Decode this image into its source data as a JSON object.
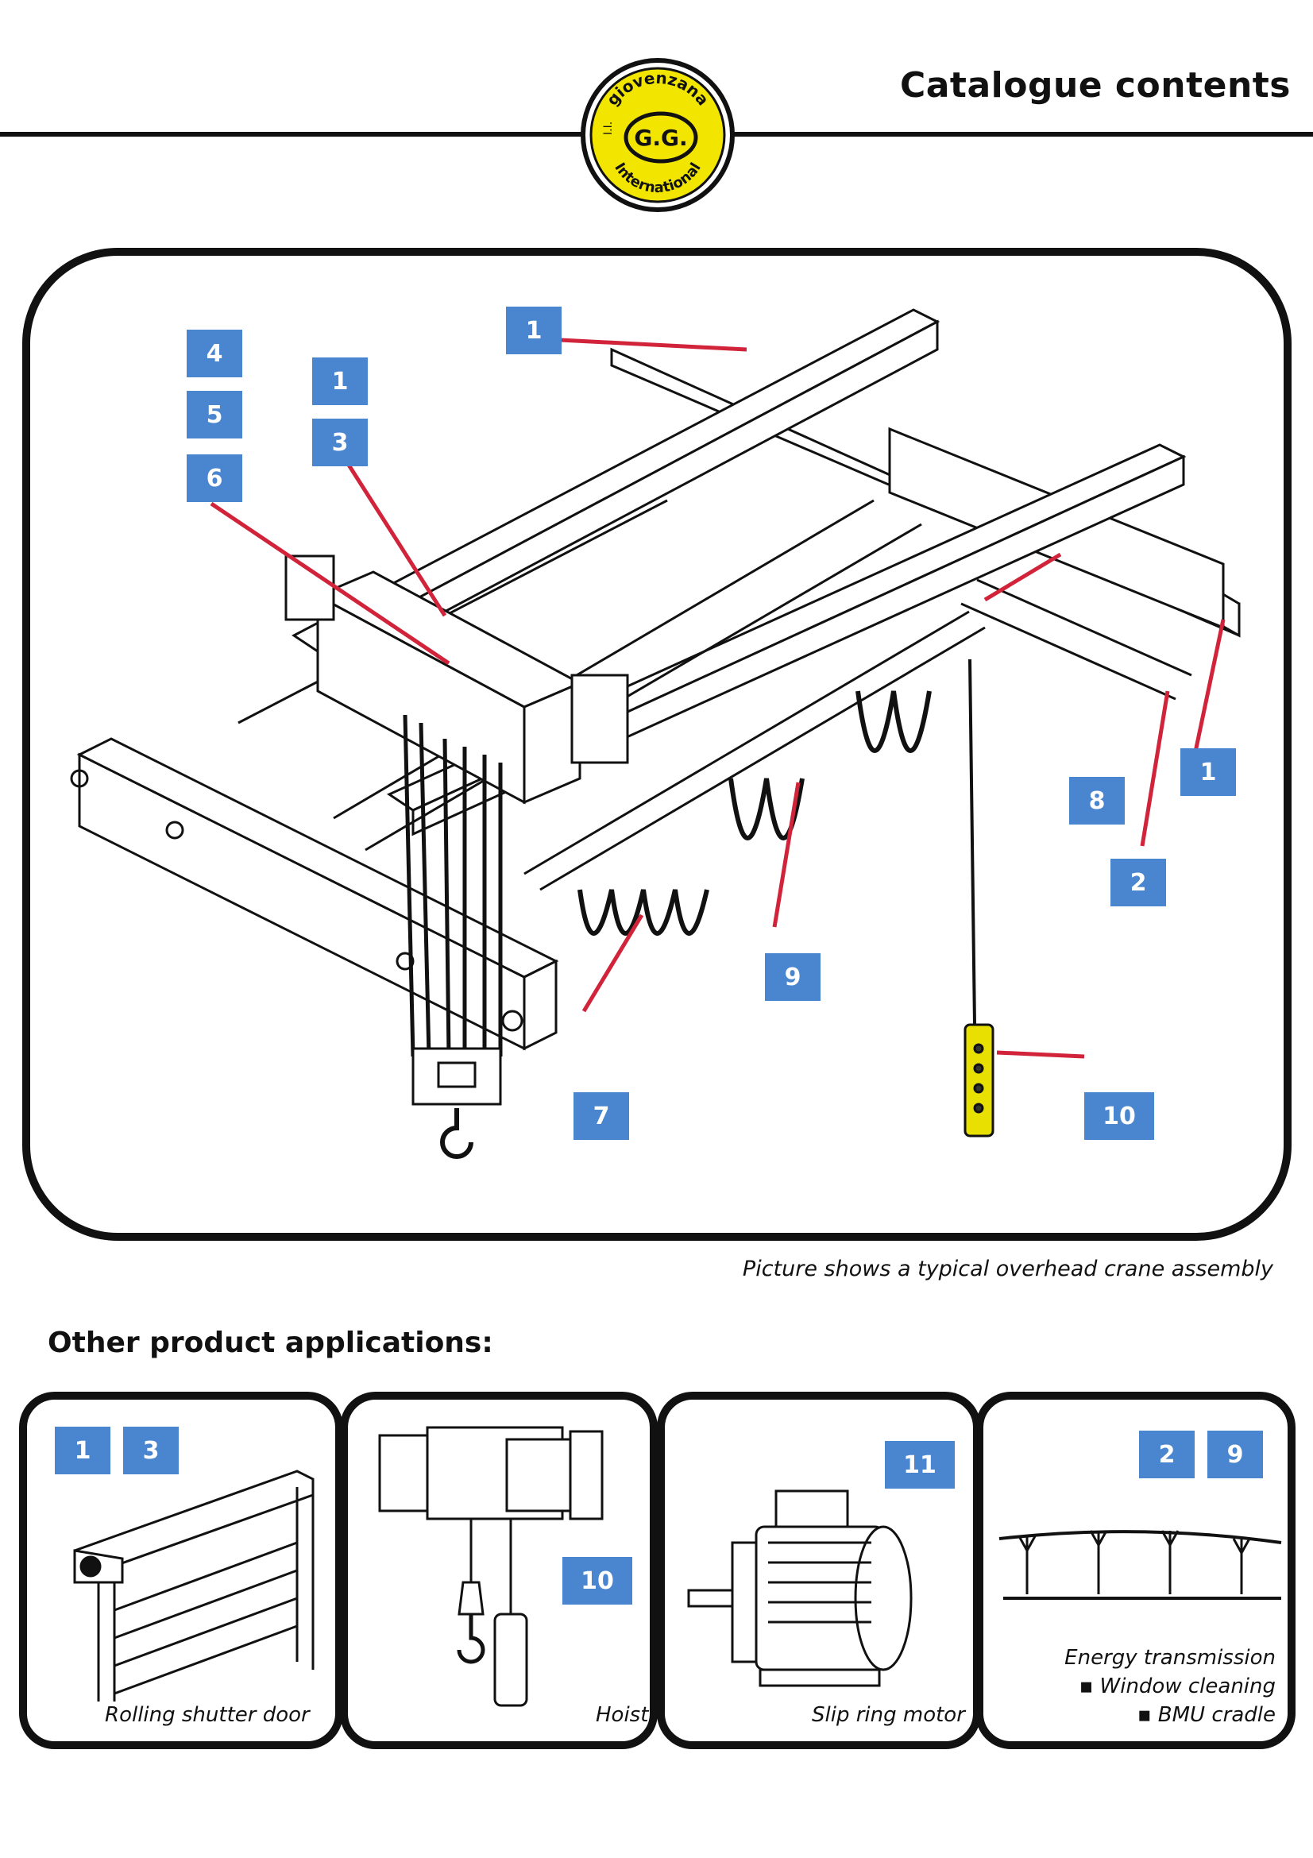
{
  "header": {
    "title": "Catalogue contents",
    "logo_text_top": "giovenzana",
    "logo_text_center": "G.G.",
    "logo_text_bottom": "International",
    "logo_text_side": "I.I.",
    "logo_color": "#f2e600"
  },
  "main_figure": {
    "caption": "Picture shows a typical overhead crane assembly",
    "callouts": [
      "1",
      "4",
      "5",
      "6",
      "1",
      "3",
      "1",
      "8",
      "2",
      "9",
      "7",
      "10"
    ],
    "badge_color": "#4a86cf",
    "leader_color": "#d1233a"
  },
  "applications": {
    "heading": "Other product applications:",
    "panels": [
      {
        "badges": [
          "1",
          "3"
        ],
        "caption": "Rolling shutter door"
      },
      {
        "badges": [
          "10"
        ],
        "caption": "Hoist"
      },
      {
        "badges": [
          "11"
        ],
        "caption": "Slip ring motor"
      },
      {
        "badges": [
          "2",
          "9"
        ],
        "caption": "Energy transmission",
        "bullets": [
          "Window cleaning",
          "BMU cradle"
        ]
      }
    ]
  }
}
